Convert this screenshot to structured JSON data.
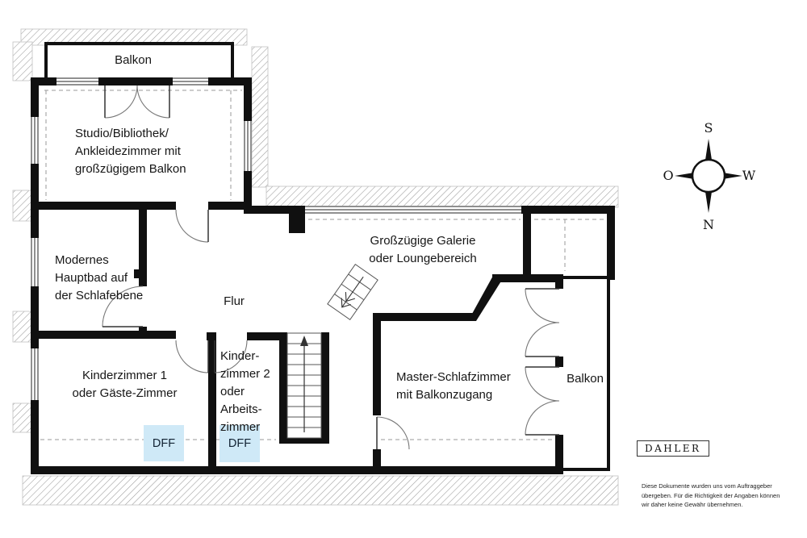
{
  "plan": {
    "rooms": {
      "balkon_top": "Balkon",
      "studio": "Studio/Bibliothek/\nAnkleidezimmer mit\ngroßzügigem Balkon",
      "bathroom": "Modernes\nHauptbad auf\nder Schlafebene",
      "flur": "Flur",
      "galerie": "Großzügige Galerie\noder Loungebereich",
      "kinderzimmer1": "Kinderzimmer 1\noder Gäste-Zimmer",
      "kinderzimmer2": "Kinder-\nzimmer 2\noder\nArbeits-\nzimmer",
      "master": "Master-Schlafzimmer\nmit Balkonzugang",
      "balkon_right": "Balkon"
    },
    "skylights": {
      "dff1": "DFF",
      "dff2": "DFF"
    },
    "colors": {
      "skylight": "#cfe9f7",
      "wall": "#101010"
    }
  },
  "compass": {
    "top": "S",
    "right": "W",
    "bottom": "N",
    "left": "O"
  },
  "branding": {
    "logo": "DAHLER",
    "disclaimer": "Diese Dokumente wurden uns vom Auftraggeber übergeben. Für die Richtigkeit der Angaben können wir daher keine Gewähr übernehmen."
  }
}
